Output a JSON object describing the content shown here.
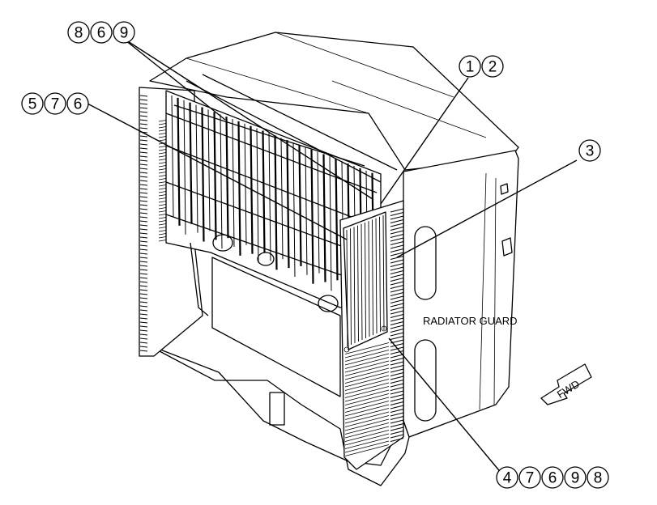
{
  "callouts": [
    {
      "id": "callout-869",
      "numbers": [
        "8",
        "6",
        "9"
      ]
    },
    {
      "id": "callout-576",
      "numbers": [
        "5",
        "7",
        "6"
      ]
    },
    {
      "id": "callout-12",
      "numbers": [
        "1",
        "2"
      ]
    },
    {
      "id": "callout-3",
      "numbers": [
        "3"
      ]
    },
    {
      "id": "callout-47698",
      "numbers": [
        "4",
        "7",
        "6",
        "9",
        "8"
      ]
    }
  ],
  "labels": {
    "radiator_guard": "RADIATOR GUARD",
    "forward": "FWD"
  },
  "icons": {
    "forward_arrow": "forward-arrow-icon"
  }
}
